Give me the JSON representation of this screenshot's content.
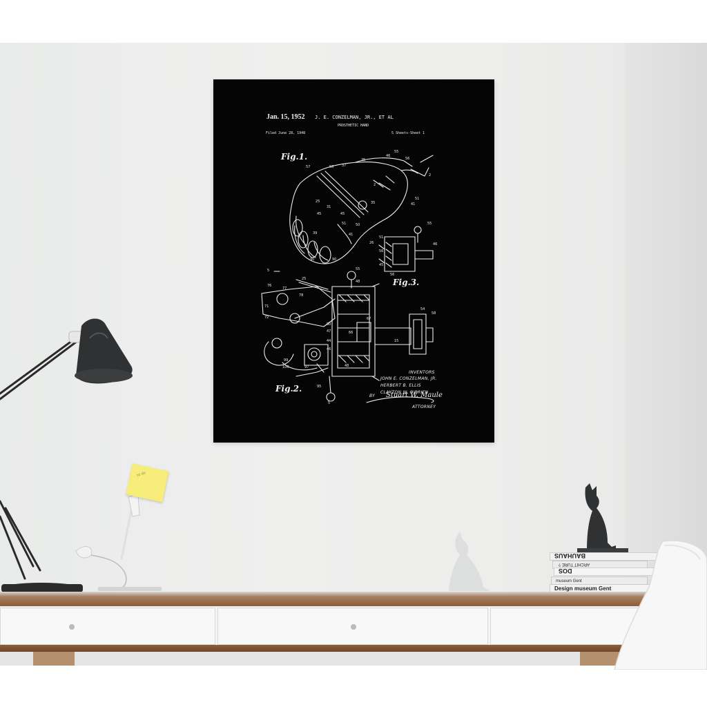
{
  "poster": {
    "date": "Jan. 15, 1952",
    "inventor_header": "J. E. CONZELMAN, JR., ET AL",
    "title": "PROSTHETIC HAND",
    "filed": "Filed June 28, 1948",
    "sheets": "5 Sheets-Sheet 1",
    "fig1": "Fig.1.",
    "fig2": "Fig.2.",
    "fig3": "Fig.3.",
    "inventors_label": "INVENTORS",
    "inventor_1": "JOHN E. CONZELMAN, JR.",
    "inventor_2": "HERBERT B. ELLIS",
    "inventor_3": "CLAYTON W. O'BRIEN",
    "by": "BY",
    "signature": "Stuart W. Maule",
    "attorney": "ATTORNEY",
    "background_color": "#050505",
    "line_color": "#f2f2f2"
  },
  "note": {
    "text": "to do"
  },
  "books": [
    {
      "label": "BAUHAUS"
    },
    {
      "label": "ARCHIT TURE ?"
    },
    {
      "label": "DOS"
    },
    {
      "label": "museum Gent"
    },
    {
      "label": "Design museum Gent"
    }
  ],
  "colors": {
    "wall": "#ececeb",
    "desk_wood": "#8b5e3c",
    "desk_white": "#f4f4f4",
    "lamp": "#2e2e2e"
  }
}
